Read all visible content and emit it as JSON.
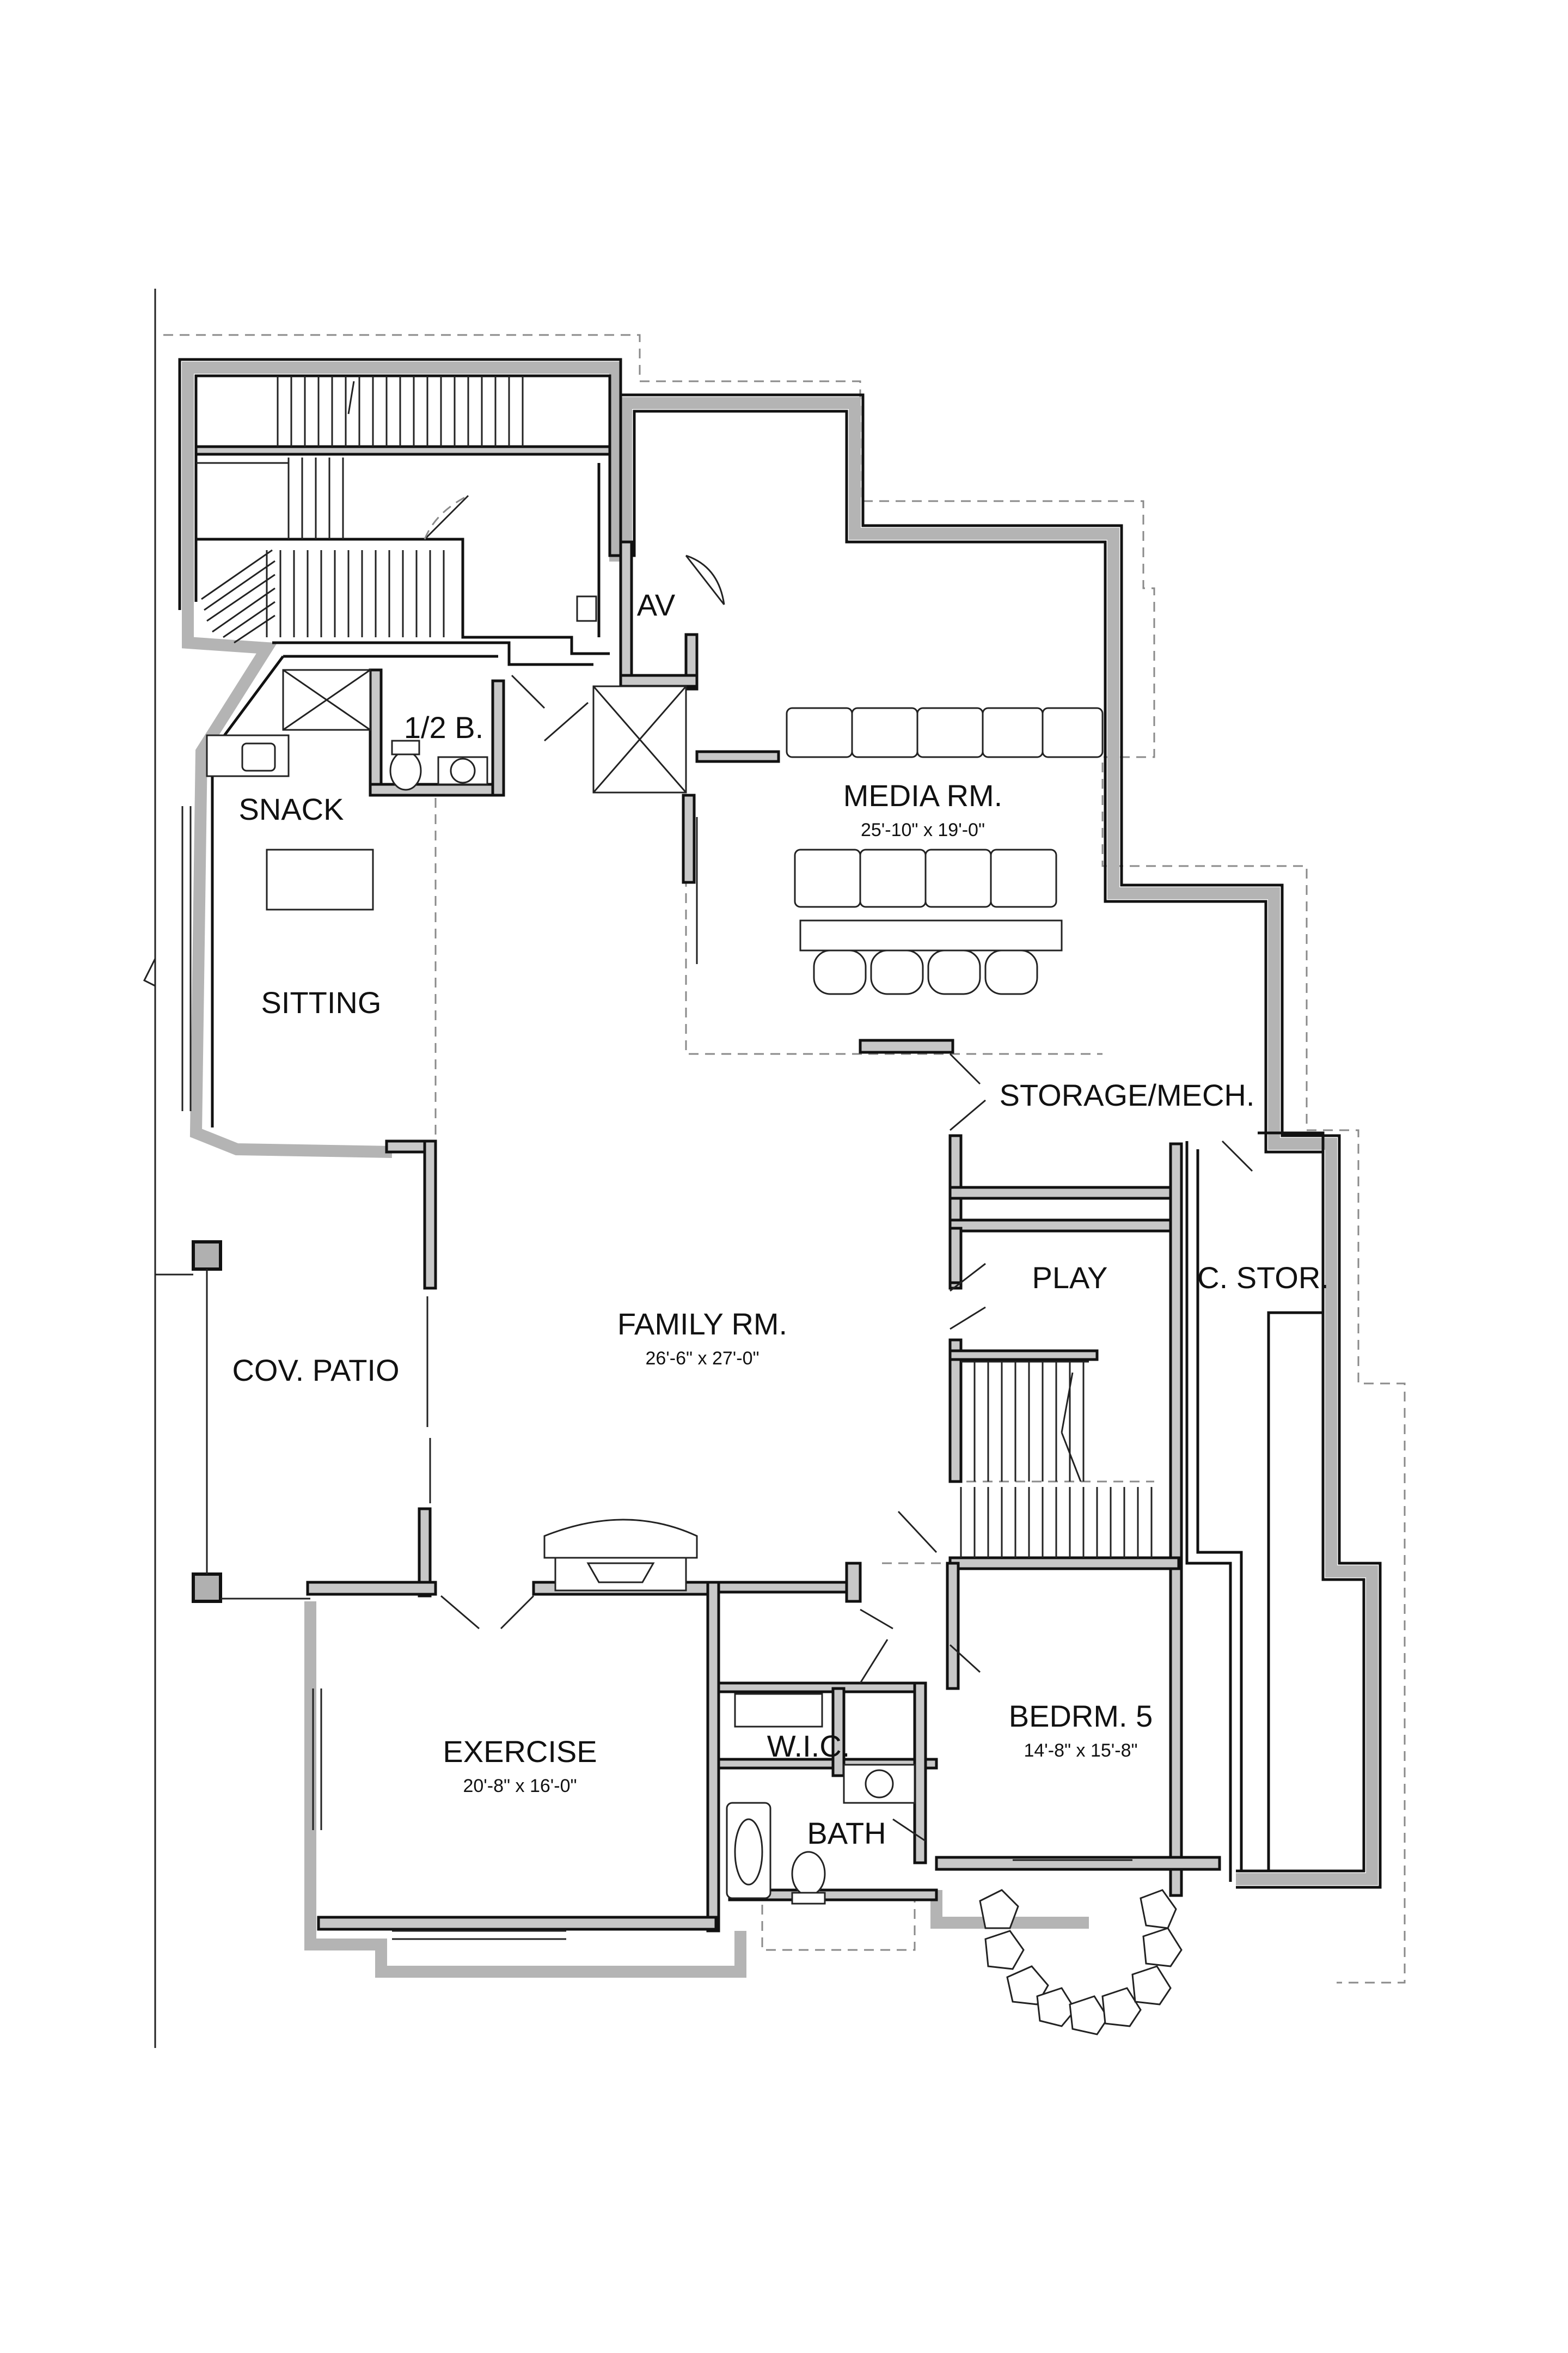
{
  "rooms": {
    "av": "AV",
    "half_bath": "1/2 B.",
    "media_room": "MEDIA RM.",
    "media_room_dim": "25'-10\" x 19'-0\"",
    "snack": "SNACK",
    "sitting": "SITTING",
    "storage_mech": "STORAGE/MECH.",
    "play": "PLAY",
    "cold_storage": "C. STOR.",
    "covered_patio": "COV. PATIO",
    "family_room": "FAMILY RM.",
    "family_room_dim": "26'-6\" x 27'-0\"",
    "exercise": "EXERCISE",
    "exercise_dim": "20'-8\" x 16'-0\"",
    "walk_in_closet": "W.I.C.",
    "bath": "BATH",
    "bedroom_5": "BEDRM. 5",
    "bedroom_5_dim": "14'-8\" x 15'-8\""
  },
  "colors": {
    "wall_fill": "#c8c8c8",
    "line": "#111111",
    "dashed_outline": "#8a8a8a",
    "background": "#ffffff"
  }
}
